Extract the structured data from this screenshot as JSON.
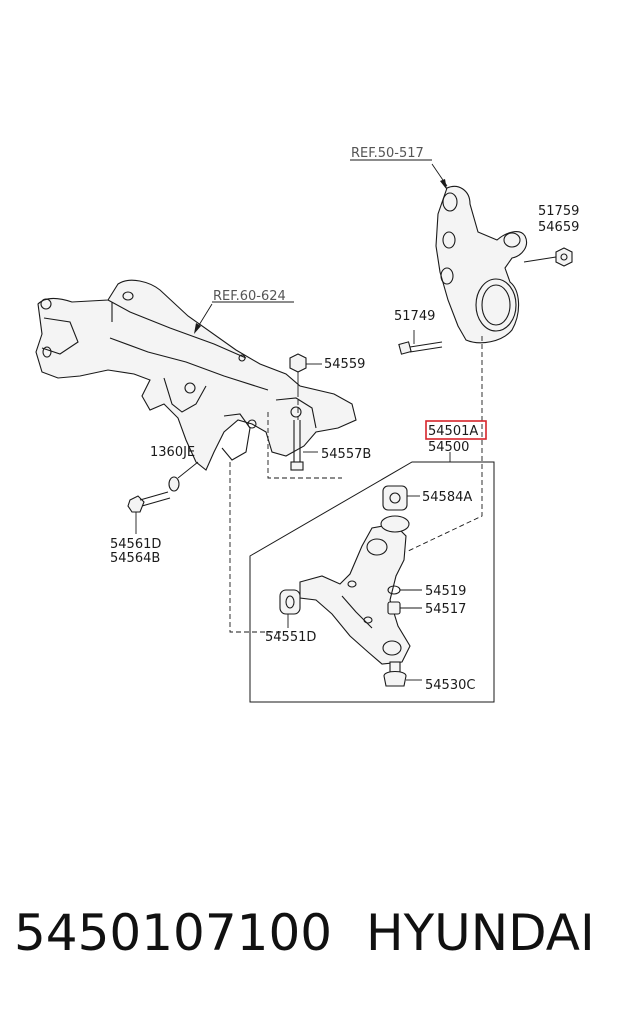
{
  "diagram": {
    "refs": [
      "REF.50-517",
      "REF.60-624"
    ],
    "labels": {
      "p51759": "51759",
      "p54659": "54659",
      "p51749": "51749",
      "p54559": "54559",
      "p54501A": "54501A",
      "p54500": "54500",
      "p1360JE": "1360JE",
      "p54557B": "54557B",
      "p54584A": "54584A",
      "p54561D": "54561D",
      "p54564B": "54564B",
      "p54519": "54519",
      "p54517": "54517",
      "p54551D": "54551D",
      "p54530C": "54530C"
    },
    "highlight_color": "#d6252b"
  },
  "caption": {
    "part_number": "5450107100",
    "brand": "HYUNDAI"
  }
}
